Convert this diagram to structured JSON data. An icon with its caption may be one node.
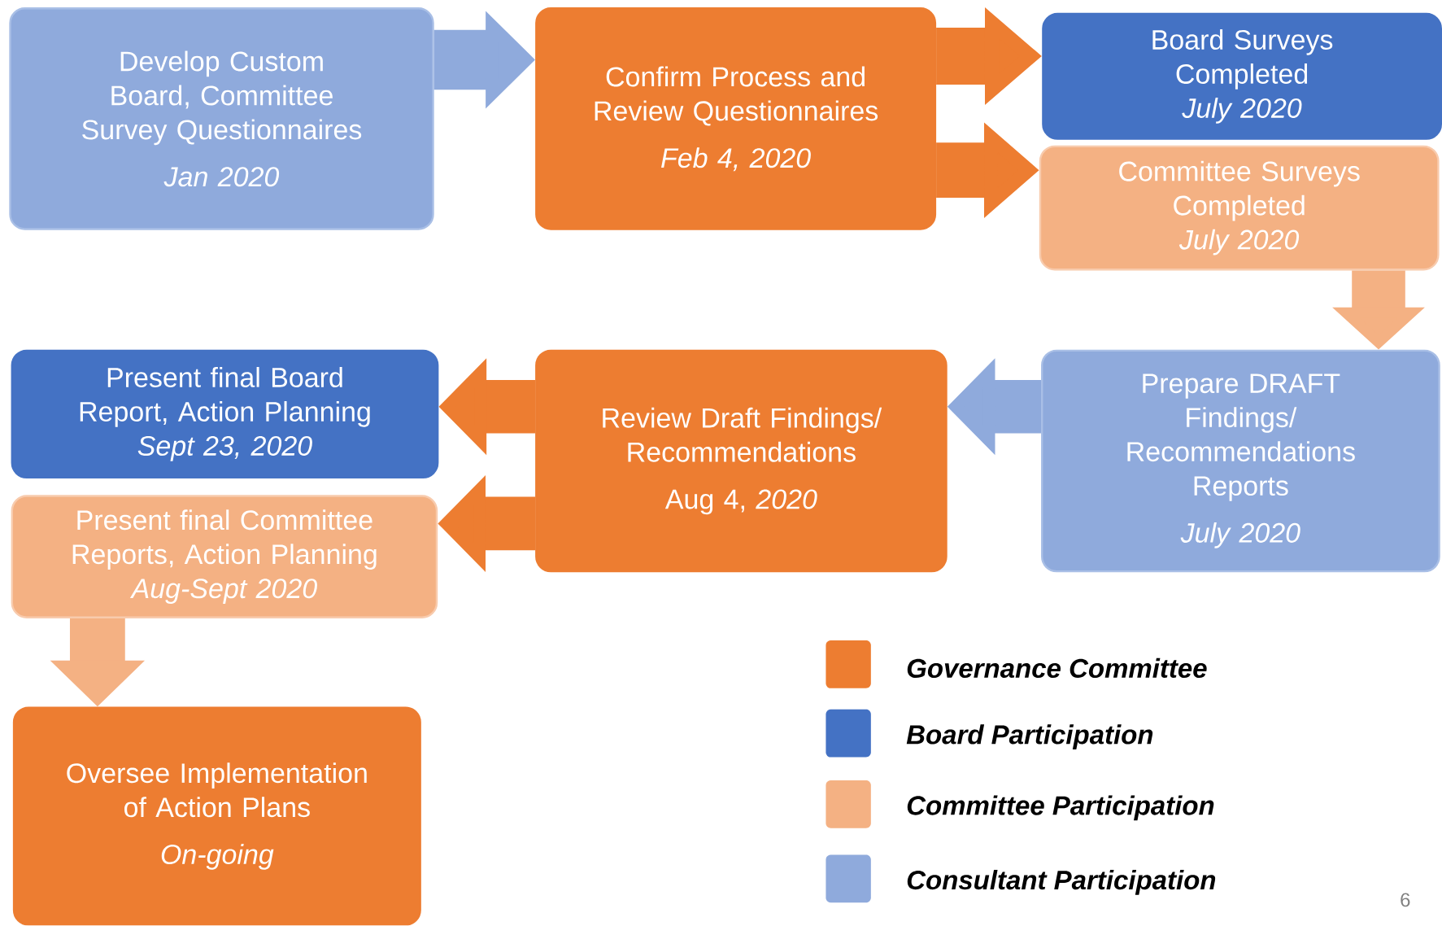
{
  "diagram": {
    "nodes": [
      {
        "text": [
          "Develop Custom Board, Committee Survey Questionnaires",
          "Jan 2020"
        ]
      },
      {
        "text": [
          "Confirm Process and Review Questionnaires",
          "Feb 4, 2020"
        ]
      },
      {
        "text": [
          "Board Surveys Completed",
          "July 2020"
        ]
      },
      {
        "text": [
          "Committee Surveys Completed",
          "July 2020"
        ]
      },
      {
        "text": [
          "Prepare DRAFT Findings/ Recommendations Reports",
          "July 2020"
        ]
      },
      {
        "text": [
          "Review Draft Findings/ Recommendations",
          "Aug 4, *2020*"
        ]
      },
      {
        "text": [
          "Present final Board Report, Action Planning",
          "Sept 23,  2020"
        ]
      },
      {
        "text": [
          "Present final Committee Reports, Action Planning",
          "Aug-Sept 2020"
        ]
      },
      {
        "text": [
          "Oversee Implementation of Action Plans",
          "On-going"
        ]
      }
    ],
    "edges": [
      {
        "from": 0,
        "to": 1,
        "arrow": "to",
        "color": "#8faadc"
      },
      {
        "from": 1,
        "to": 2,
        "arrow": "to"
      },
      {
        "from": 1,
        "to": 3,
        "arrow": "to"
      },
      {
        "from": 3,
        "to": 4,
        "arrow": "to",
        "color": "#f4b183"
      },
      {
        "from": 4,
        "to": 5,
        "arrow": "to",
        "color": "#8faadc"
      },
      {
        "from": 5,
        "to": 6,
        "arrow": "to"
      },
      {
        "from": 5,
        "to": 7,
        "arrow": "to"
      },
      {
        "from": 7,
        "to": 8,
        "arrow": "to",
        "color": "#f4b183"
      }
    ],
    "labels": [
      "6"
    ],
    "legend": [
      {
        "text": "Governance Committee",
        "color": "#ed7d31"
      },
      {
        "text": "Board Participation",
        "color": "#4472c4"
      },
      {
        "text": "Committee  Participation",
        "color": "#f4b183"
      },
      {
        "text": "Consultant Participation",
        "color": "#8faadc"
      }
    ]
  }
}
